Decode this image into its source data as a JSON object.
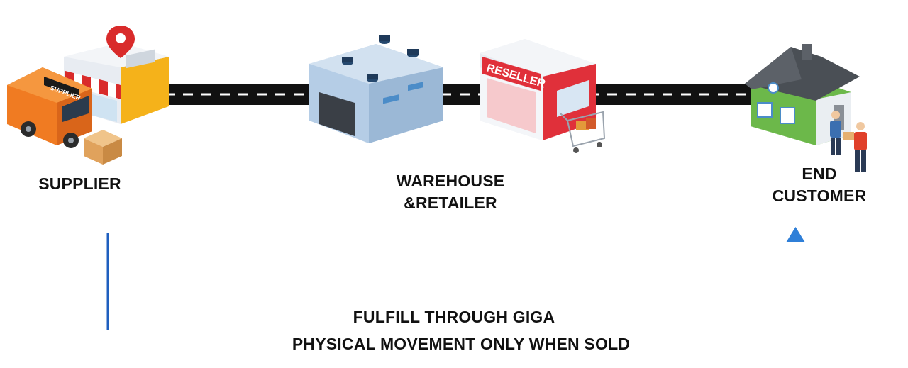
{
  "nodes": {
    "supplier": {
      "label": "SUPPLIER",
      "sign": "SUPPLIER"
    },
    "warehouse": {
      "line1": "WAREHOUSE",
      "line2": "&RETAILER"
    },
    "reseller": {
      "sign": "RESELLER"
    },
    "customer": {
      "line1": "END",
      "line2": "CUSTOMER"
    }
  },
  "flow": {
    "top_label": "FULFILL THROUGH GIGA",
    "bottom_label": "PHYSICAL MOVEMENT ONLY WHEN SOLD"
  },
  "colors": {
    "road": "#111111",
    "arrow_start": "#1f5fbf",
    "arrow_end": "#5aa8f0",
    "van": "#f07b22",
    "pin": "#d92b2b",
    "shop_accent": "#f5b21a",
    "warehouse": "#b5cde6",
    "reseller": "#e0303a",
    "house": "#6cb84a",
    "roof": "#4a4f55"
  }
}
